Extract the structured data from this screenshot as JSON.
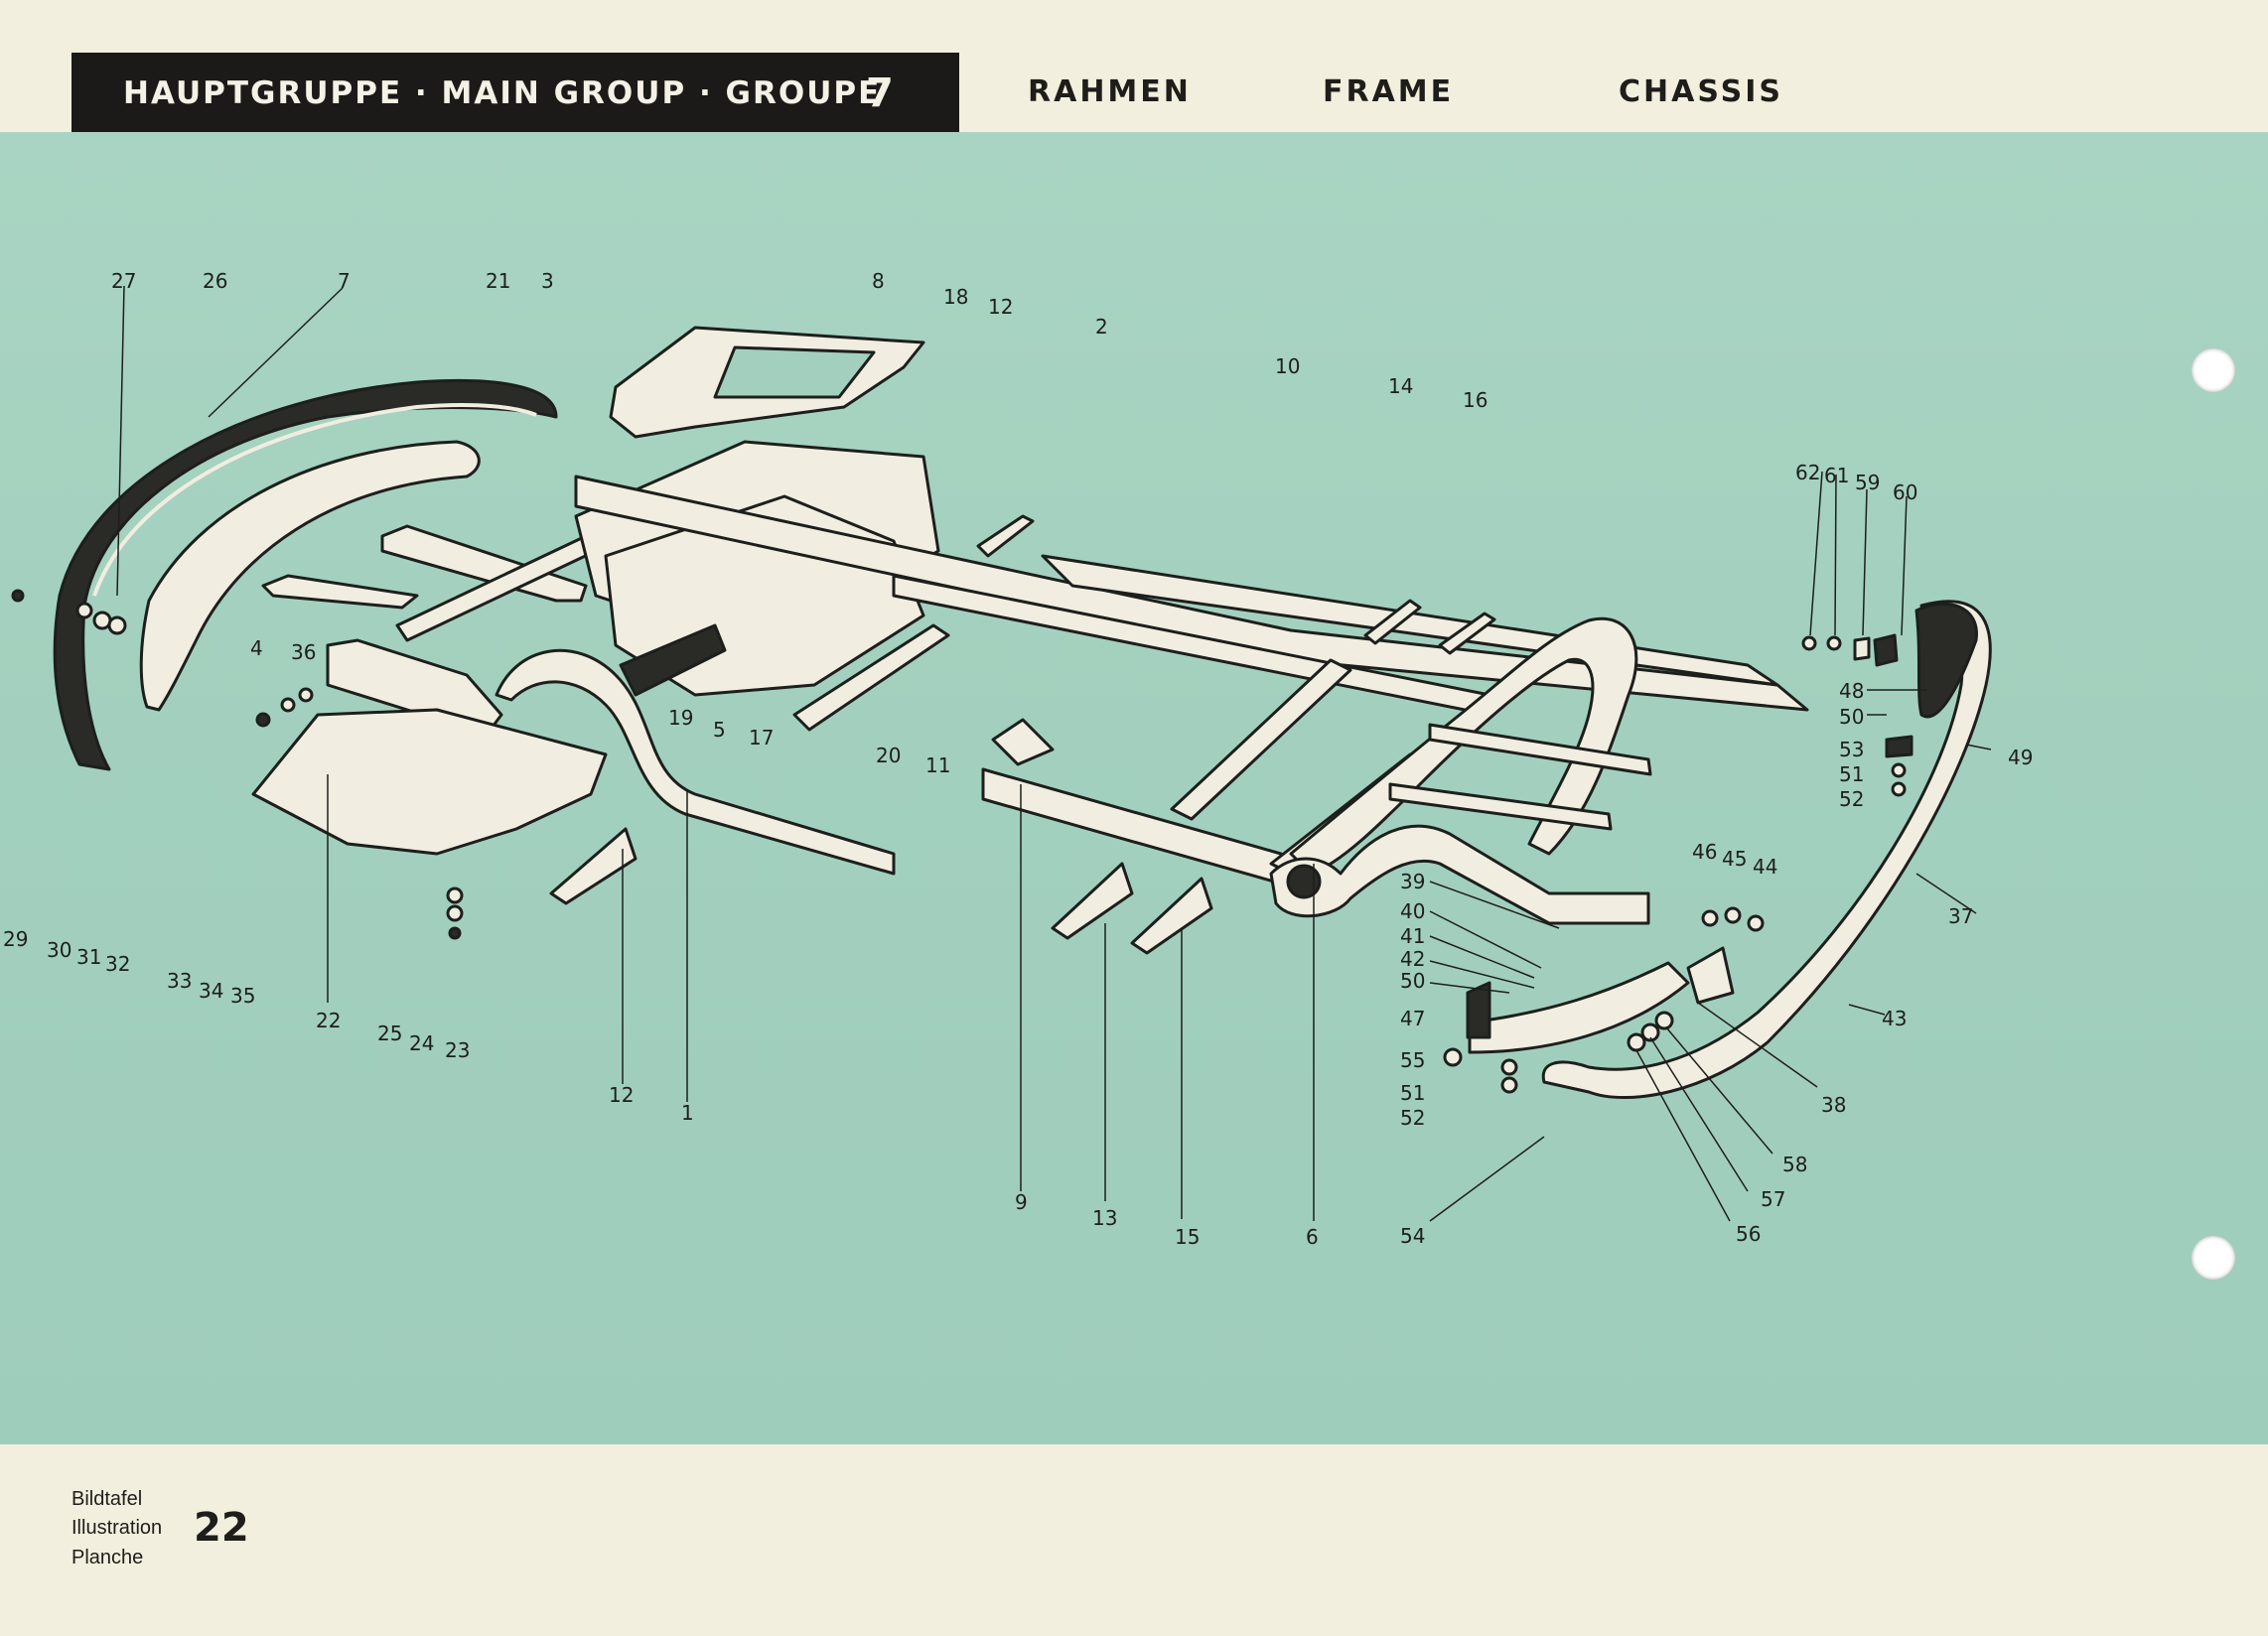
{
  "header": {
    "group_label": "HAUPTGRUPPE · MAIN GROUP · GROUPE",
    "group_number": "7",
    "title_de": "RAHMEN",
    "title_en": "FRAME",
    "title_fr": "CHASSIS"
  },
  "footer": {
    "label_de": "Bildtafel",
    "label_en": "Illustration",
    "label_fr": "Planche",
    "plate_number": "22"
  },
  "colors": {
    "plate_background": "#a3d0be",
    "part_fill": "#f1ede0",
    "outline": "#1d1f1c",
    "header_black": "#1b1a18",
    "paper": "#f3efde"
  },
  "callouts": {
    "c27": "27",
    "c26": "26",
    "c7": "7",
    "c21": "21",
    "c3": "3",
    "c8": "8",
    "c18": "18",
    "c12a": "12",
    "c2": "2",
    "c10": "10",
    "c14": "14",
    "c16": "16",
    "c62": "62",
    "c61": "61",
    "c59": "59",
    "c60": "60",
    "c48": "48",
    "c50a": "50",
    "c53": "53",
    "c51a": "51",
    "c52a": "52",
    "c49": "49",
    "c4": "4",
    "c36": "36",
    "c19": "19",
    "c5": "5",
    "c17": "17",
    "c20": "20",
    "c11": "11",
    "c29": "29",
    "c30": "30",
    "c31": "31",
    "c32": "32",
    "c33": "33",
    "c34": "34",
    "c35": "35",
    "c22": "22",
    "c25": "25",
    "c24": "24",
    "c23": "23",
    "c12b": "12",
    "c1": "1",
    "c9": "9",
    "c13": "13",
    "c15": "15",
    "c6": "6",
    "c39": "39",
    "c40": "40",
    "c41": "41",
    "c42": "42",
    "c50b": "50",
    "c47": "47",
    "c55": "55",
    "c51b": "51",
    "c52b": "52",
    "c54": "54",
    "c46": "46",
    "c45": "45",
    "c44": "44",
    "c37": "37",
    "c43": "43",
    "c38": "38",
    "c58": "58",
    "c57": "57",
    "c56": "56"
  }
}
